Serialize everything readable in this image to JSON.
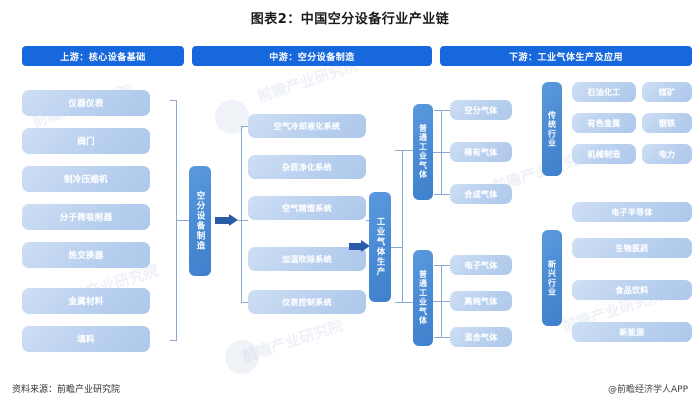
{
  "title": "图表2：中国空分设备行业产业链",
  "headers": {
    "upstream": "上游：核心设备基础",
    "midstream": "中游：空分设备制造",
    "downstream": "下游：工业气体生产及应用"
  },
  "upstream": {
    "items": [
      "仪器仪表",
      "阀门",
      "制冷压缩机",
      "分子筛吸附器",
      "热交换器",
      "金属材料",
      "填料"
    ]
  },
  "midstream": {
    "label": "空分设备制造",
    "items": [
      "空气冷却液化系统",
      "杂质净化系统",
      "空气精馏系统",
      "加温吹除系统",
      "仪表控制系统"
    ]
  },
  "downstream": {
    "label": "工业气体生产",
    "groups": [
      {
        "label": "普通工业气体",
        "items": [
          "空分气体",
          "稀有气体",
          "合成气体"
        ]
      },
      {
        "label": "普通工业气体",
        "items": [
          "电子气体",
          "高纯气体",
          "混合气体"
        ]
      }
    ],
    "industries": [
      {
        "label": "传统行业",
        "items": [
          "石油化工",
          "煤矿",
          "有色金属",
          "钢铁",
          "机械制造",
          "电力"
        ]
      },
      {
        "label": "新兴行业",
        "items": [
          "电子半导体",
          "生物医药",
          "食品饮料",
          "新能源"
        ]
      }
    ]
  },
  "footer": {
    "source": "资料来源：前瞻产业研究院",
    "app": "@前瞻经济学人APP"
  },
  "watermark": {
    "text": "前瞻产业研究院"
  },
  "colors": {
    "header_blue": "#1668dc",
    "dark_blue": "#4a8bd4",
    "light_blue": "#b9d0ef",
    "arrow_blue": "#2a5ca8",
    "line_blue": "#8aa8d0"
  }
}
